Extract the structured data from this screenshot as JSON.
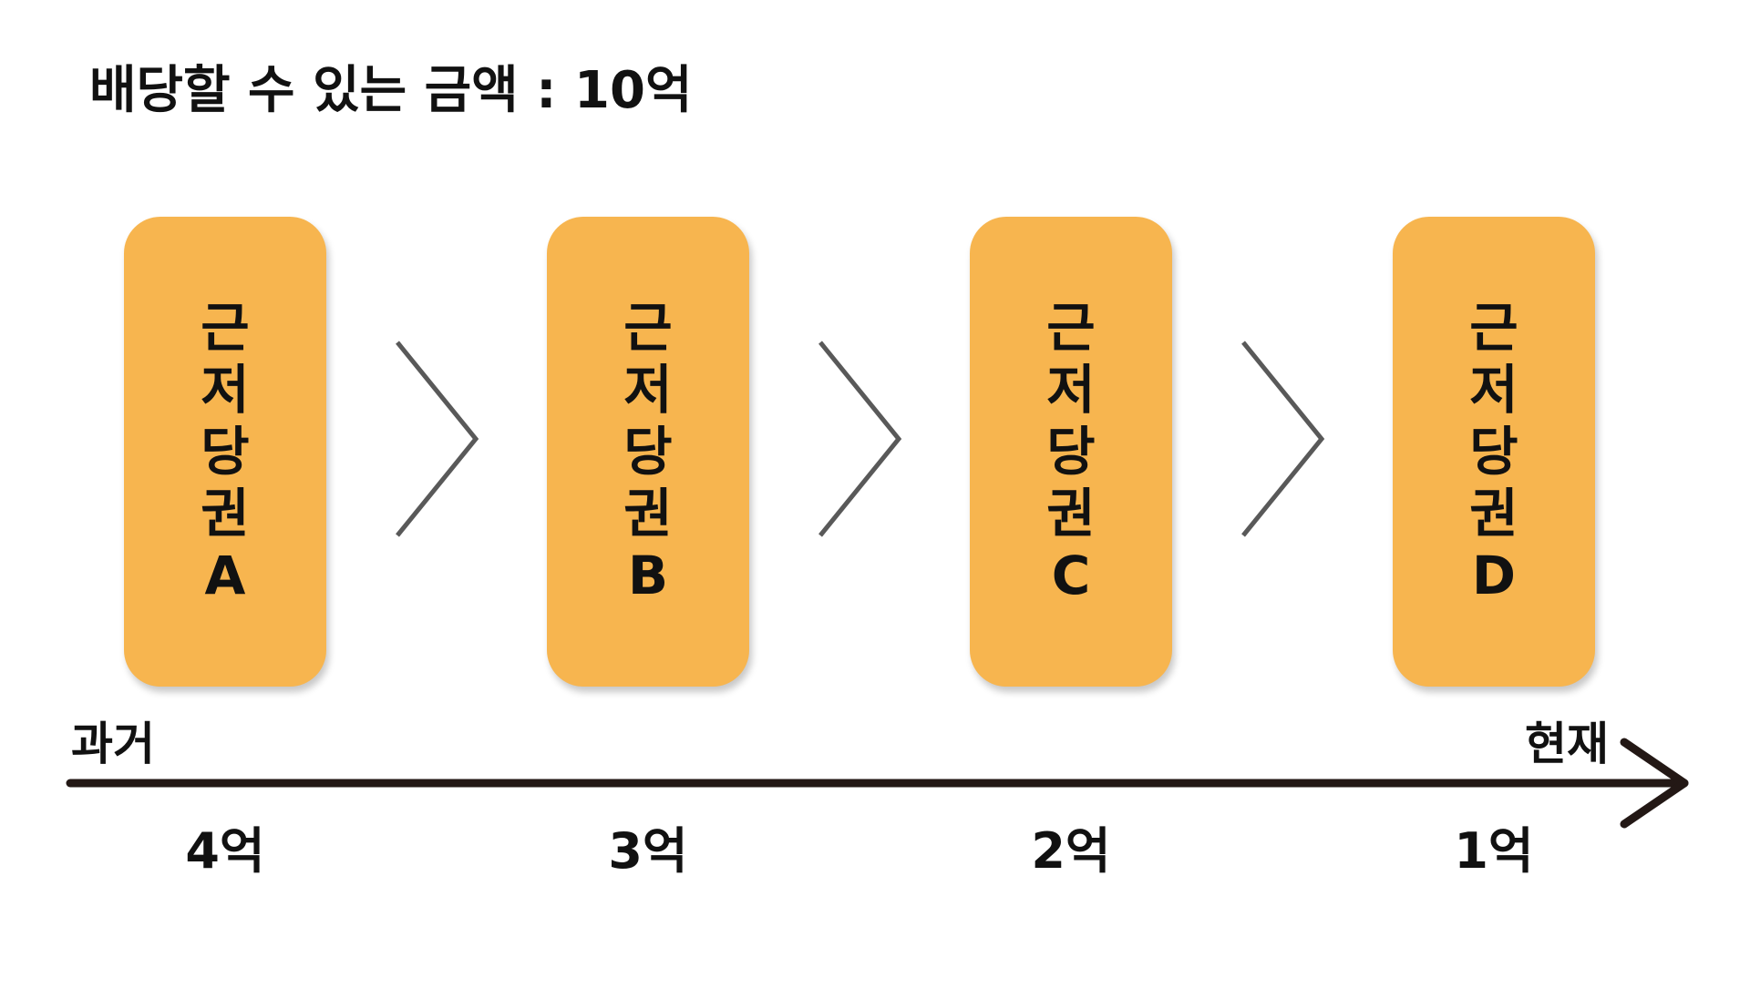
{
  "headline": "배당할 수 있는 금액 : 10억",
  "colors": {
    "box_fill": "#F7B54F",
    "chevron_stroke": "#595959",
    "axis_stroke": "#231815",
    "text": "#111111"
  },
  "boxes": [
    {
      "label": "근저당권A",
      "amount": "4억"
    },
    {
      "label": "근저당권B",
      "amount": "3억"
    },
    {
      "label": "근저당권C",
      "amount": "2억"
    },
    {
      "label": "근저당권D",
      "amount": "1억"
    }
  ],
  "timeline": {
    "start_label": "과거",
    "end_label": "현재"
  },
  "connectors": [
    "chevron-right-icon",
    "chevron-right-icon",
    "chevron-right-icon"
  ]
}
